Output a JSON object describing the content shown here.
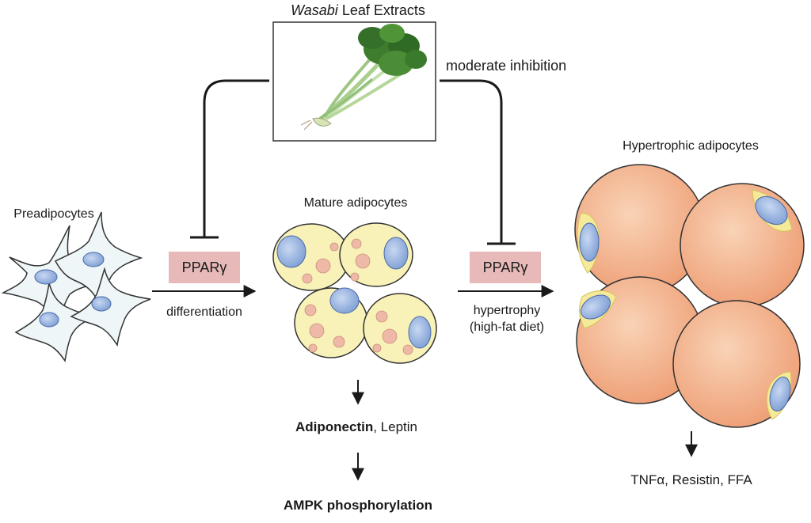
{
  "header": {
    "title_italic": "Wasabi",
    "title_rest": " Leaf Extracts"
  },
  "labels": {
    "moderate_inhibition": "moderate inhibition",
    "preadipocytes": "Preadipocytes",
    "mature_adipocytes": "Mature adipocytes",
    "hypertrophic_adipocytes": "Hypertrophic adipocytes",
    "ppar_left": "PPARγ",
    "ppar_right": "PPARγ",
    "differentiation": "differentiation",
    "hypertrophy": "hypertrophy",
    "high_fat_diet": "(high-fat diet)",
    "adiponectin": "Adiponectin",
    "leptin": ", Leptin",
    "ampk": "AMPK phosphorylation",
    "tnf_resistin_ffa": "TNFα, Resistin, FFA"
  },
  "colors": {
    "ppar_box": "#e8b9b9",
    "preadipocyte_fill": "#eef6f8",
    "nucleus_blue": "#9fb8e0",
    "mature_fill": "#f8f2b8",
    "lipid_droplet": "#efb9a8",
    "hypertrophic_fill": "#f2b08a",
    "leaf_green": "#3f7d2e",
    "stem_green": "#b9d8a0"
  }
}
